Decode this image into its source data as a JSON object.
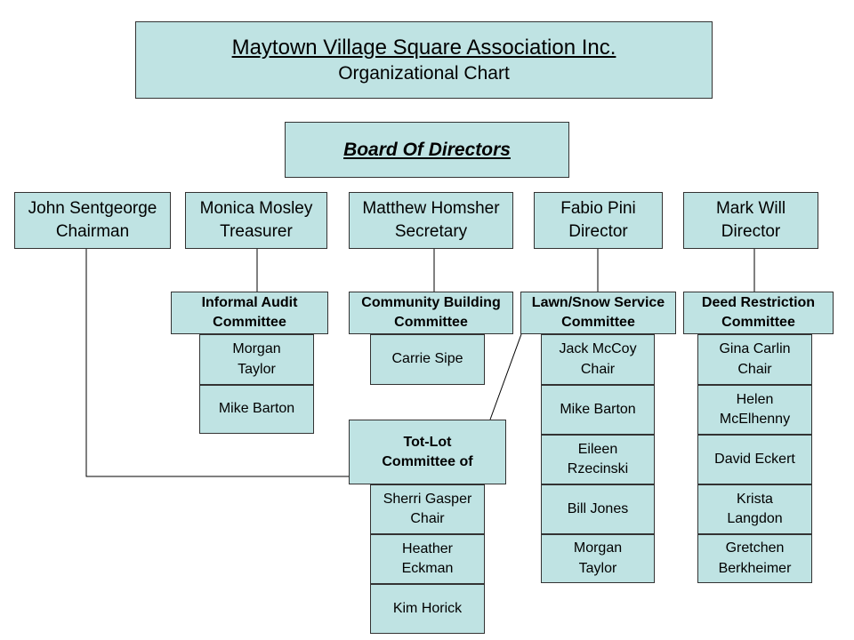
{
  "header": {
    "title": "Maytown Village Square Association Inc.",
    "subtitle": "Organizational Chart"
  },
  "board": {
    "label": "Board Of Directors"
  },
  "officers": [
    {
      "name": "John Sentgeorge",
      "role": "Chairman"
    },
    {
      "name": "Monica Mosley",
      "role": "Treasurer"
    },
    {
      "name": "Matthew Homsher",
      "role": "Secretary"
    },
    {
      "name": "Fabio Pini",
      "role": "Director"
    },
    {
      "name": "Mark Will",
      "role": "Director"
    }
  ],
  "committees": {
    "audit": {
      "title": [
        "Informal Audit",
        "Committee"
      ],
      "members": [
        [
          "Morgan",
          "Taylor"
        ],
        [
          "Mike Barton"
        ]
      ]
    },
    "community": {
      "title": [
        "Community Building",
        "Committee"
      ],
      "members": [
        [
          "Carrie Sipe"
        ]
      ]
    },
    "lawn": {
      "title": [
        "Lawn/Snow Service",
        "Committee"
      ],
      "members": [
        [
          "Jack McCoy",
          "Chair"
        ],
        [
          "Mike Barton"
        ],
        [
          "Eileen",
          "Rzecinski"
        ],
        [
          "Bill Jones"
        ],
        [
          "Morgan",
          "Taylor"
        ]
      ]
    },
    "deed": {
      "title": [
        "Deed Restriction",
        "Committee"
      ],
      "members": [
        [
          "Gina Carlin",
          "Chair"
        ],
        [
          "Helen",
          "McElhenny"
        ],
        [
          "David Eckert"
        ],
        [
          "Krista",
          "Langdon"
        ],
        [
          "Gretchen",
          "Berkheimer"
        ]
      ]
    },
    "totlot": {
      "title": [
        "Tot-Lot",
        "Committee of"
      ],
      "members": [
        [
          "Sherri Gasper",
          "Chair"
        ],
        [
          "Heather",
          "Eckman"
        ],
        [
          "Kim Horick"
        ]
      ]
    }
  }
}
